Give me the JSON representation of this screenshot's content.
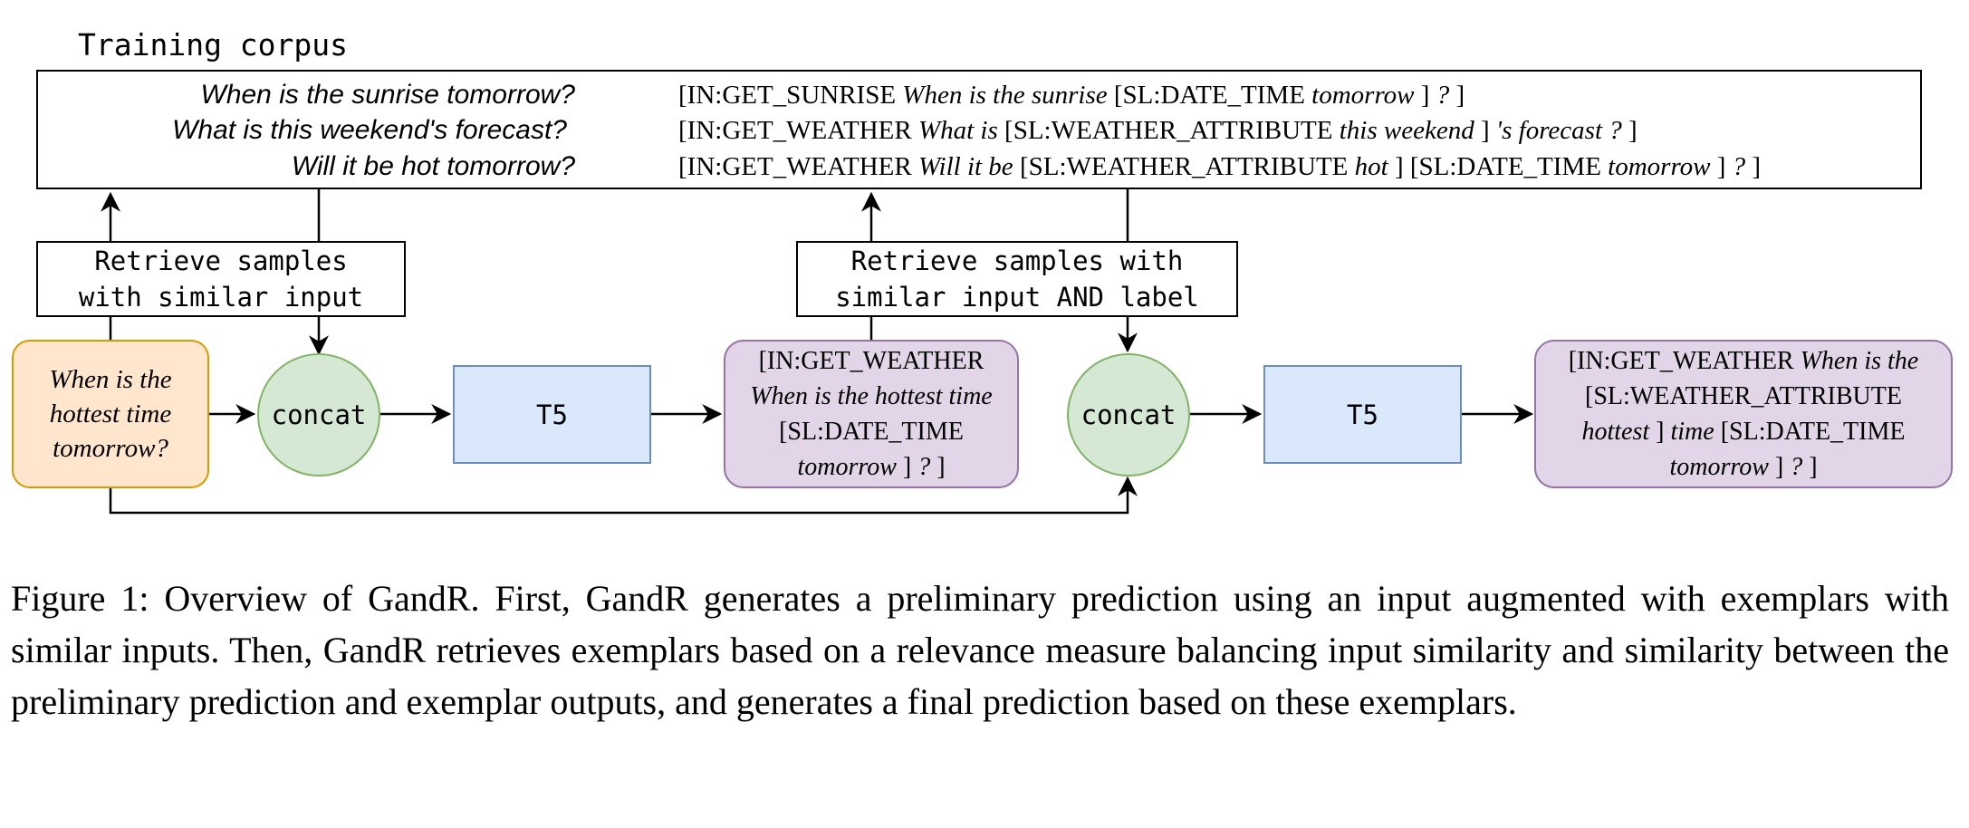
{
  "corpus": {
    "title": "Training corpus",
    "rows": [
      {
        "question": "When is the sunrise tomorrow?",
        "label_parts": [
          [
            "n",
            "[IN:GET_SUNRISE "
          ],
          [
            "i",
            "When is the sunrise "
          ],
          [
            "n",
            "[SL:DATE_TIME "
          ],
          [
            "i",
            "tomorrow"
          ],
          [
            "n",
            " ] "
          ],
          [
            "i",
            "?"
          ],
          [
            "n",
            " ]"
          ]
        ]
      },
      {
        "question": "What is this weekend's forecast?",
        "label_parts": [
          [
            "n",
            "[IN:GET_WEATHER "
          ],
          [
            "i",
            "What is "
          ],
          [
            "n",
            "[SL:WEATHER_ATTRIBUTE "
          ],
          [
            "i",
            "this weekend"
          ],
          [
            "n",
            " ] "
          ],
          [
            "i",
            "'s forecast ?"
          ],
          [
            "n",
            " ]"
          ]
        ]
      },
      {
        "question": "Will it be hot tomorrow?",
        "label_parts": [
          [
            "n",
            "[IN:GET_WEATHER "
          ],
          [
            "i",
            "Will it be "
          ],
          [
            "n",
            "[SL:WEATHER_ATTRIBUTE "
          ],
          [
            "i",
            "hot"
          ],
          [
            "n",
            " ] [SL:DATE_TIME "
          ],
          [
            "i",
            "tomorrow"
          ],
          [
            "n",
            " ] "
          ],
          [
            "i",
            "?"
          ],
          [
            "n",
            " ]"
          ]
        ]
      }
    ]
  },
  "retrieve_input": "Retrieve samples\nwith similar input",
  "retrieve_input_label": "Retrieve samples with\nsimilar input AND label",
  "input_text": "When is the\nhottest time\ntomorrow?",
  "concat_label": "concat",
  "model_label": "T5",
  "preliminary_prediction": [
    [
      [
        "n",
        "[IN:GET_WEATHER"
      ]
    ],
    [
      [
        "i",
        "When is the hottest time"
      ]
    ],
    [
      [
        "n",
        "[SL:DATE_TIME"
      ]
    ],
    [
      [
        "i",
        "tomorrow"
      ],
      [
        "n",
        " ] "
      ],
      [
        "i",
        "?"
      ],
      [
        "n",
        " ]"
      ]
    ]
  ],
  "final_prediction": [
    [
      [
        "n",
        "[IN:GET_WEATHER "
      ],
      [
        "i",
        "When is the"
      ]
    ],
    [
      [
        "n",
        "[SL:WEATHER_ATTRIBUTE"
      ]
    ],
    [
      [
        "i",
        "hottest"
      ],
      [
        "n",
        " ] "
      ],
      [
        "i",
        "time"
      ],
      [
        "n",
        " [SL:DATE_TIME"
      ]
    ],
    [
      [
        "i",
        "tomorrow"
      ],
      [
        "n",
        " ] "
      ],
      [
        "i",
        "?"
      ],
      [
        "n",
        " ]"
      ]
    ]
  ],
  "caption": "Figure 1: Overview of GandR. First, GandR generates a preliminary prediction using an input augmented with exemplars with similar inputs. Then, GandR retrieves exemplars based on a relevance measure balancing input similarity and similarity between the preliminary prediction and exemplar outputs, and generates a final prediction based on these exemplars.",
  "colors": {
    "input_fill": "#ffe6cc",
    "input_stroke": "#d79b00",
    "concat_fill": "#d5e8d4",
    "concat_stroke": "#82b366",
    "t5_fill": "#dae8fc",
    "t5_stroke": "#6c8ebf",
    "prediction_fill": "#e1d5e7",
    "prediction_stroke": "#9673a6"
  }
}
